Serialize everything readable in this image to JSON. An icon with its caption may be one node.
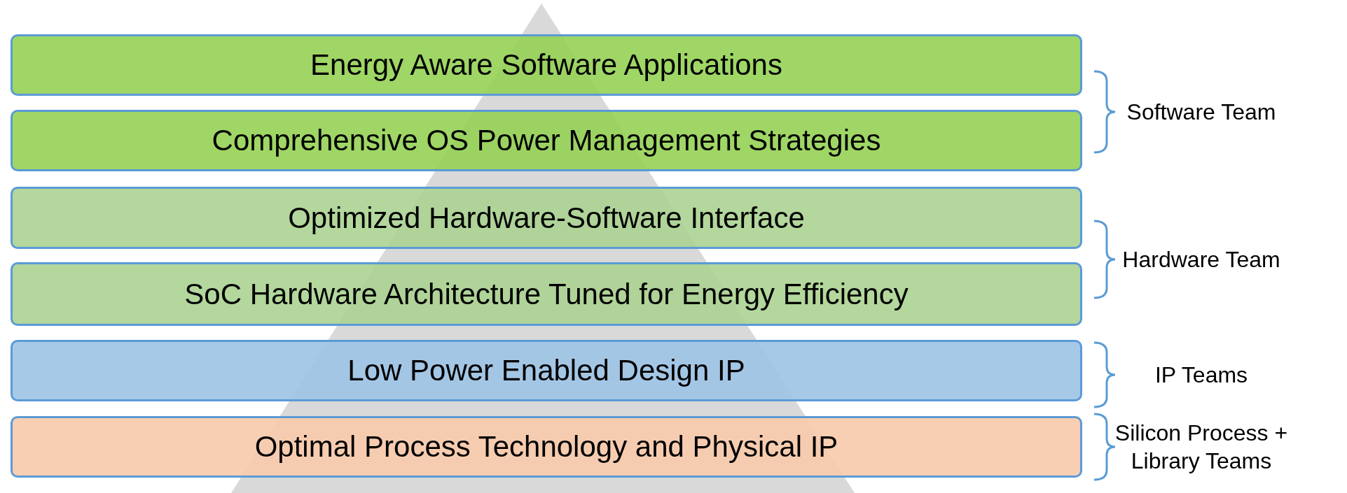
{
  "diagram": {
    "nodes": [
      {
        "text": [
          "Energy Aware Software Applications"
        ]
      },
      {
        "text": [
          "Comprehensive OS Power Management Strategies"
        ]
      },
      {
        "text": [
          "Optimized Hardware-Software Interface"
        ]
      },
      {
        "text": [
          "SoC Hardware Architecture Tuned for Energy Efficiency"
        ]
      },
      {
        "text": [
          "Low Power Enabled Design IP"
        ]
      },
      {
        "text": [
          "Optimal Process Technology and Physical IP"
        ]
      }
    ],
    "edges": [],
    "labels": [
      "Software Team",
      "Hardware Team",
      "IP Teams",
      "Silicon Process + Library Teams"
    ]
  }
}
